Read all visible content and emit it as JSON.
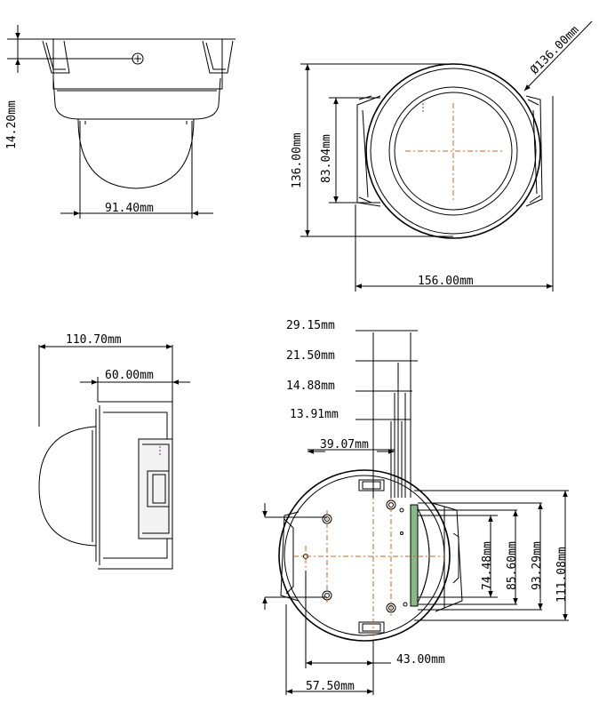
{
  "dimensions": {
    "top_left_height": "14.20mm",
    "top_left_width": "91.40mm",
    "front_diameter": "Ø136.00mm",
    "front_height": "136.00mm",
    "front_inner_height": "83.04mm",
    "front_width": "156.00mm",
    "side_total": "110.70mm",
    "side_body": "60.00mm",
    "bottom_d1": "29.15mm",
    "bottom_d2": "21.50mm",
    "bottom_d3": "14.88mm",
    "bottom_d4": "13.91mm",
    "bottom_d5": "39.07mm",
    "bottom_h1": "74.48mm",
    "bottom_h2": "85.60mm",
    "bottom_h3": "93.29mm",
    "bottom_h4": "111.08mm",
    "bottom_w1": "43.00mm",
    "bottom_w2": "57.50mm"
  },
  "colors": {
    "line": "#000000",
    "centerline": "#c8641e",
    "pcb": "#3a8a3a"
  }
}
